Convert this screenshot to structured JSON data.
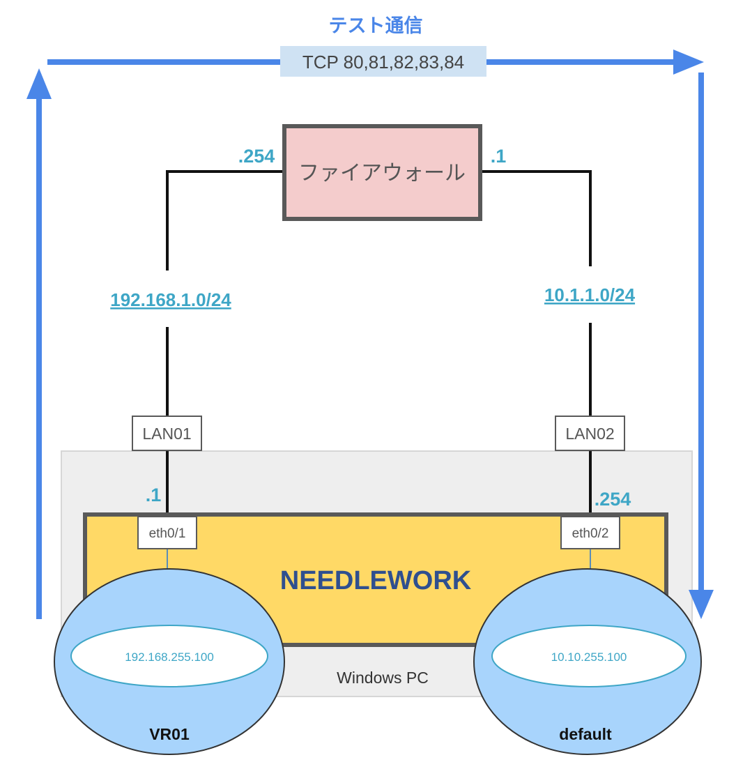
{
  "title": "テスト通信",
  "protocol": "TCP 80,81,82,83,84",
  "firewall": {
    "label": "ファイアウォール",
    "left_ip": ".254",
    "right_ip": ".1"
  },
  "subnets": {
    "left": "192.168.1.0/24",
    "right": "10.1.1.0/24"
  },
  "lan_ports": {
    "left": "LAN01",
    "right": "LAN02"
  },
  "needlework": {
    "label": "NEEDLEWORK",
    "left_ip": ".1",
    "right_ip": ".254",
    "left_port": "eth0/1",
    "right_port": "eth0/2"
  },
  "windows_pc": "Windows PC",
  "virtual_routers": [
    {
      "name": "VR01",
      "ip": "192.168.255.100"
    },
    {
      "name": "default",
      "ip": "10.10.255.100"
    }
  ],
  "colors": {
    "arrow": "#4A86E8",
    "firewall_fill": "#F4CCCC",
    "needlework_fill": "#FFD966",
    "router_fill": "#A8D4FC",
    "accent_text": "#3EA6C6",
    "proto_box": "#CFE2F3"
  }
}
